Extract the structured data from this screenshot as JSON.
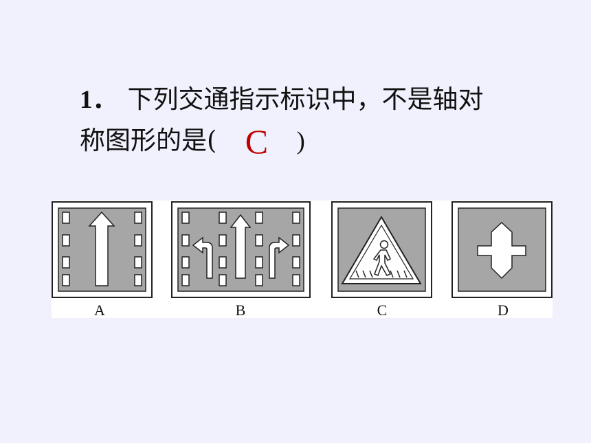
{
  "question": {
    "number": "1．",
    "line1": "下列交通指示标识中，不是轴对",
    "line2": "称图形的是(",
    "close_paren": ")",
    "answer": "C"
  },
  "options": [
    {
      "label": "A"
    },
    {
      "label": "B"
    },
    {
      "label": "C"
    },
    {
      "label": "D"
    }
  ],
  "colors": {
    "answer": "#c00000",
    "sign_fill": "#a6a6a6",
    "background": "#f1f1fd"
  }
}
